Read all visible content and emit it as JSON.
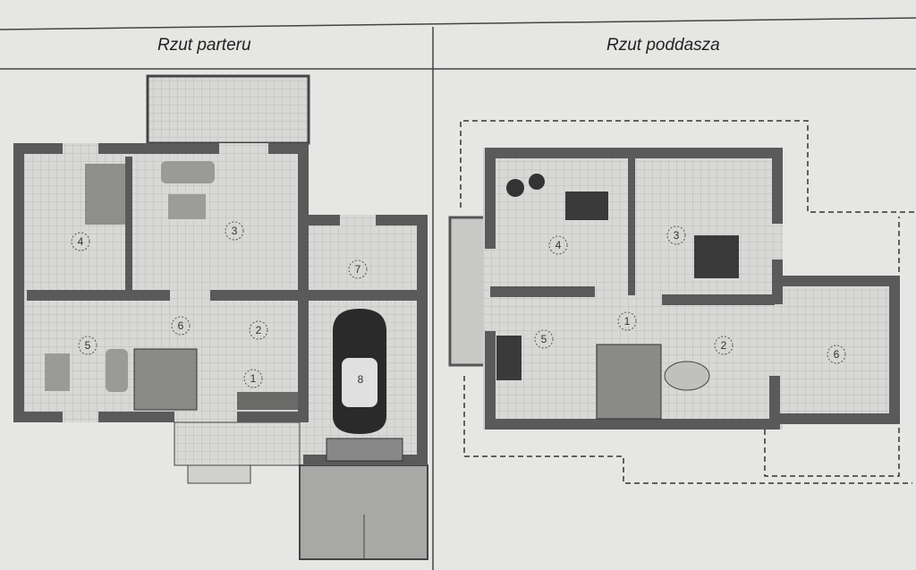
{
  "titles": {
    "ground": "Rzut parteru",
    "attic": "Rzut poddasza"
  },
  "ground_rooms": [
    "1",
    "2",
    "3",
    "4",
    "5",
    "6",
    "7",
    "8"
  ],
  "attic_rooms": [
    "1",
    "2",
    "3",
    "4",
    "5",
    "6"
  ],
  "colors": {
    "paper": "#e6e6e4",
    "wall": "#5a5a5a",
    "floor": "#d4d4d2",
    "line": "#333333"
  }
}
